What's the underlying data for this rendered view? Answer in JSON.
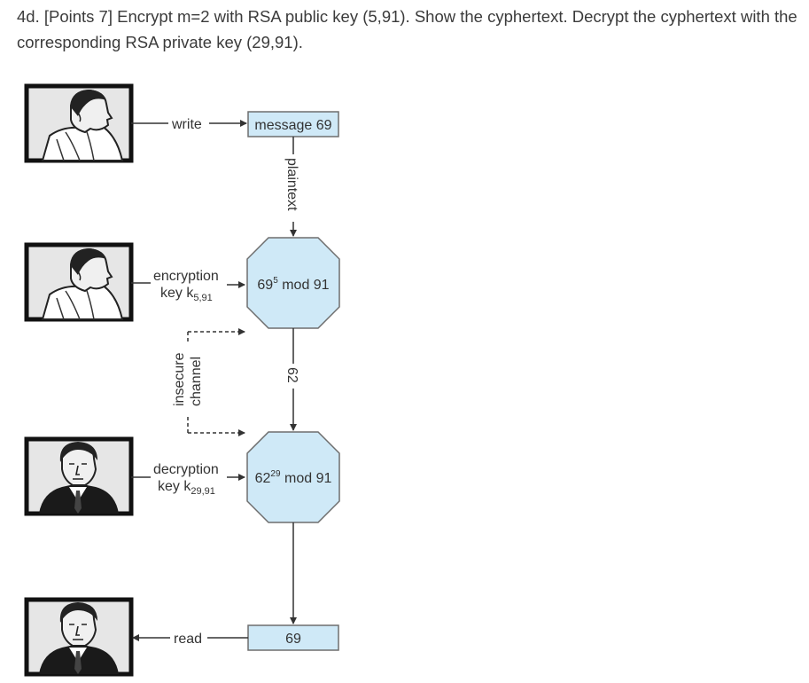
{
  "question": {
    "text": "4d. [Points 7] Encrypt m=2 with RSA public key (5,91). Show the cyphertext. Decrypt the cyphertext with the corresponding RSA private key (29,91)."
  },
  "diagram": {
    "labels": {
      "write": "write",
      "read": "read",
      "plaintext": "plaintext",
      "ciphertext_value": "62",
      "insecure": "insecure",
      "channel": "channel",
      "encryption": "encryption",
      "encryption_key_prefix": "key k",
      "encryption_key_subscript": "5,91",
      "decryption": "decryption",
      "decryption_key_prefix": "key k",
      "decryption_key_subscript": "29,91"
    },
    "nodes": {
      "message": "message 69",
      "encrypt_base": "69",
      "encrypt_exponent": "5",
      "encrypt_suffix": " mod 91",
      "decrypt_base": "62",
      "decrypt_exponent": "29",
      "decrypt_suffix": " mod 91",
      "result": "69"
    },
    "colors": {
      "node_fill": "#cfe9f7",
      "node_stroke": "#6e6e6e",
      "line": "#333333"
    },
    "icons": [
      "person-icon",
      "person-icon",
      "person-dark-icon",
      "person-dark-icon"
    ]
  }
}
